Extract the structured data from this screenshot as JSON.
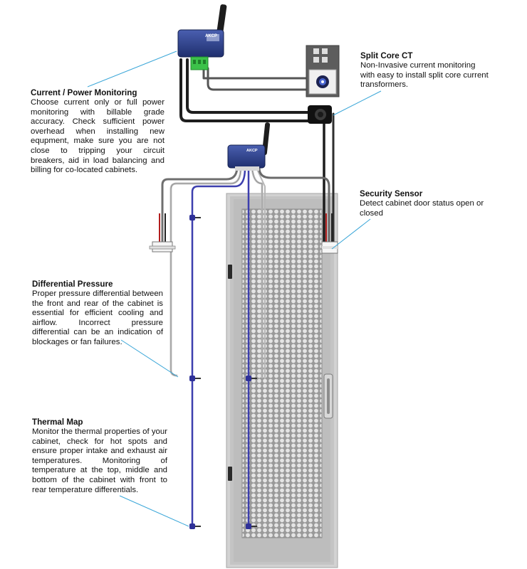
{
  "callouts": {
    "power": {
      "title": "Current / Power Monitoring",
      "body": "Choose current only or full power monitoring with billable grade accuracy. Check sufficient power overhead when installing new equpment, make sure you are not close to tripping your circuit breakers, aid in load balancing and billing for co-located cabinets."
    },
    "ct": {
      "title": "Split Core CT",
      "body": "Non-Invasive current monitoring with easy to install split core current transformers."
    },
    "security": {
      "title": "Security Sensor",
      "body": "Detect cabinet door status open or closed"
    },
    "pressure": {
      "title": "Differential Pressure",
      "body": "Proper pressure differential between the front and rear of the cabinet is essential for efficient cooling and airflow. Incorrect pressure differential can be an indication of blockages or fan failures."
    },
    "thermal": {
      "title": "Thermal Map",
      "body": "Monitor the thermal properties of your cabinet, check for hot spots and ensure proper intake and exhaust air temperatures. Monitoring of temperature at the top, middle and bottom of the cabinet with front to rear temperature differentials."
    }
  },
  "device": {
    "brand": "AKCP"
  },
  "colors": {
    "leader": "#3aa6d8",
    "thermal_cable": "#3d3fae",
    "cabinet": "#c9c9c9",
    "device_body": "#2b3f8c",
    "terminal": "#3cc24a"
  }
}
